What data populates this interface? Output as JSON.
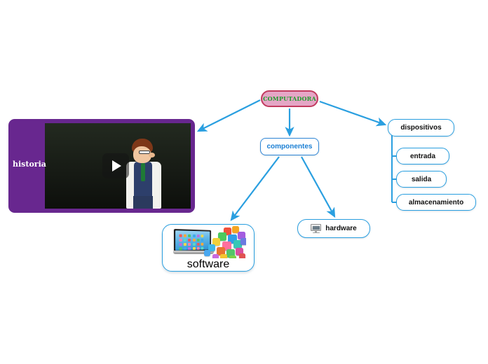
{
  "map": {
    "central": {
      "label": "COMPUTADORA",
      "fill": "#e5a6c6",
      "border": "#c23b5f",
      "text_color": "#1f9e2e"
    },
    "nodes": [
      {
        "id": "componentes",
        "label": "componentes",
        "text_color": "#1b7fd4",
        "border": "#2f86d6"
      },
      {
        "id": "dispositivos",
        "label": "dispositivos",
        "text_color": "#111111",
        "border": "#2a9fe0"
      },
      {
        "id": "entrada",
        "label": "entrada",
        "text_color": "#111111",
        "border": "#2a9fe0"
      },
      {
        "id": "salida",
        "label": "salida",
        "text_color": "#111111",
        "border": "#2a9fe0"
      },
      {
        "id": "almacenamiento",
        "label": "almacenamiento",
        "text_color": "#111111",
        "border": "#2a9fe0"
      },
      {
        "id": "hardware",
        "label": "hardware",
        "text_color": "#111111",
        "border": "#2a9fe0",
        "icon": "monitor-icon"
      },
      {
        "id": "software",
        "label": "software",
        "text_color": "#111111",
        "border": "#2a9fe0",
        "icon": "laptop-apps-image"
      }
    ],
    "video": {
      "title": "historia",
      "background": "#68278f",
      "play_icon": "play-icon"
    },
    "connector_color": "#2a9fe0"
  }
}
